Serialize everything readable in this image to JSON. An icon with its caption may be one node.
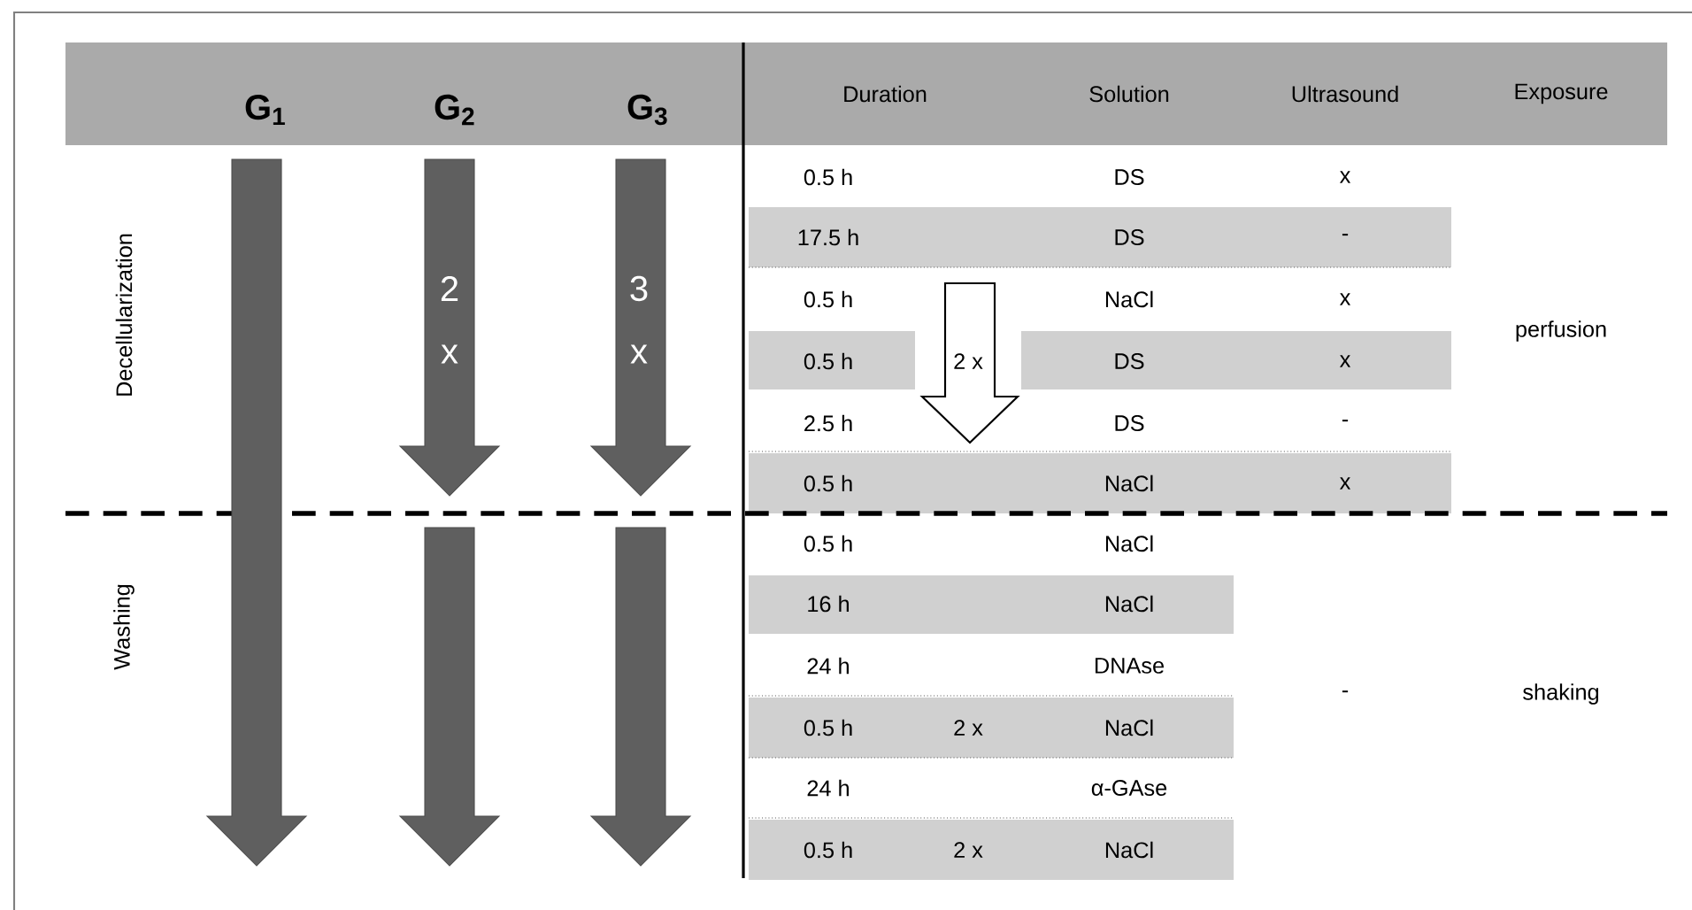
{
  "diagram": {
    "labels": [
      "G$_{1}$",
      "G$_{2}$",
      "G$_{3}$",
      "Duration",
      "Solution",
      "Ultrasound",
      "Exposure",
      "Decellularization",
      "2",
      "x",
      "3",
      "x",
      "0.5 h",
      "DS",
      "x",
      "17.5 h",
      "DS",
      "-",
      "0.5 h",
      "NaCl",
      "x",
      "perfusion",
      "0.5 h",
      "2 x",
      "DS",
      "x",
      "2.5 h",
      "DS",
      "-",
      "0.5 h",
      "NaCl",
      "x",
      "Washing",
      "0.5 h",
      "NaCl",
      "16 h",
      "NaCl",
      "24 h",
      "DNAse",
      "-",
      "shaking",
      "0.5 h",
      "2 x",
      "NaCl",
      "24 h",
      "α-GAse",
      "0.5 h",
      "2 x",
      "NaCl"
    ]
  }
}
